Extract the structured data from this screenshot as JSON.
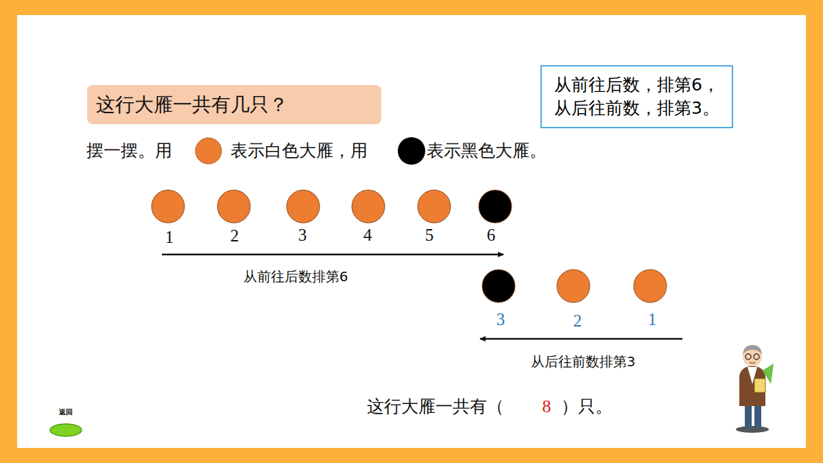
{
  "diagram": {
    "title": "这行大雁一共有几只？",
    "nodes": [
      {
        "text": [
          "从前往后数，排第6，",
          "从后往前数，排第3。"
        ]
      },
      {
        "text": [
          "返回"
        ]
      }
    ],
    "labels": [
      "摆一摆。用",
      "表示白色大雁，用",
      "表示黑色大雁。",
      "1",
      "2",
      "3",
      "4",
      "5",
      "6",
      "从前往后数排第6",
      "3",
      "2",
      "1",
      "从后往前数排第3",
      "这行大雁一共有（",
      "8",
      "）只。"
    ]
  }
}
